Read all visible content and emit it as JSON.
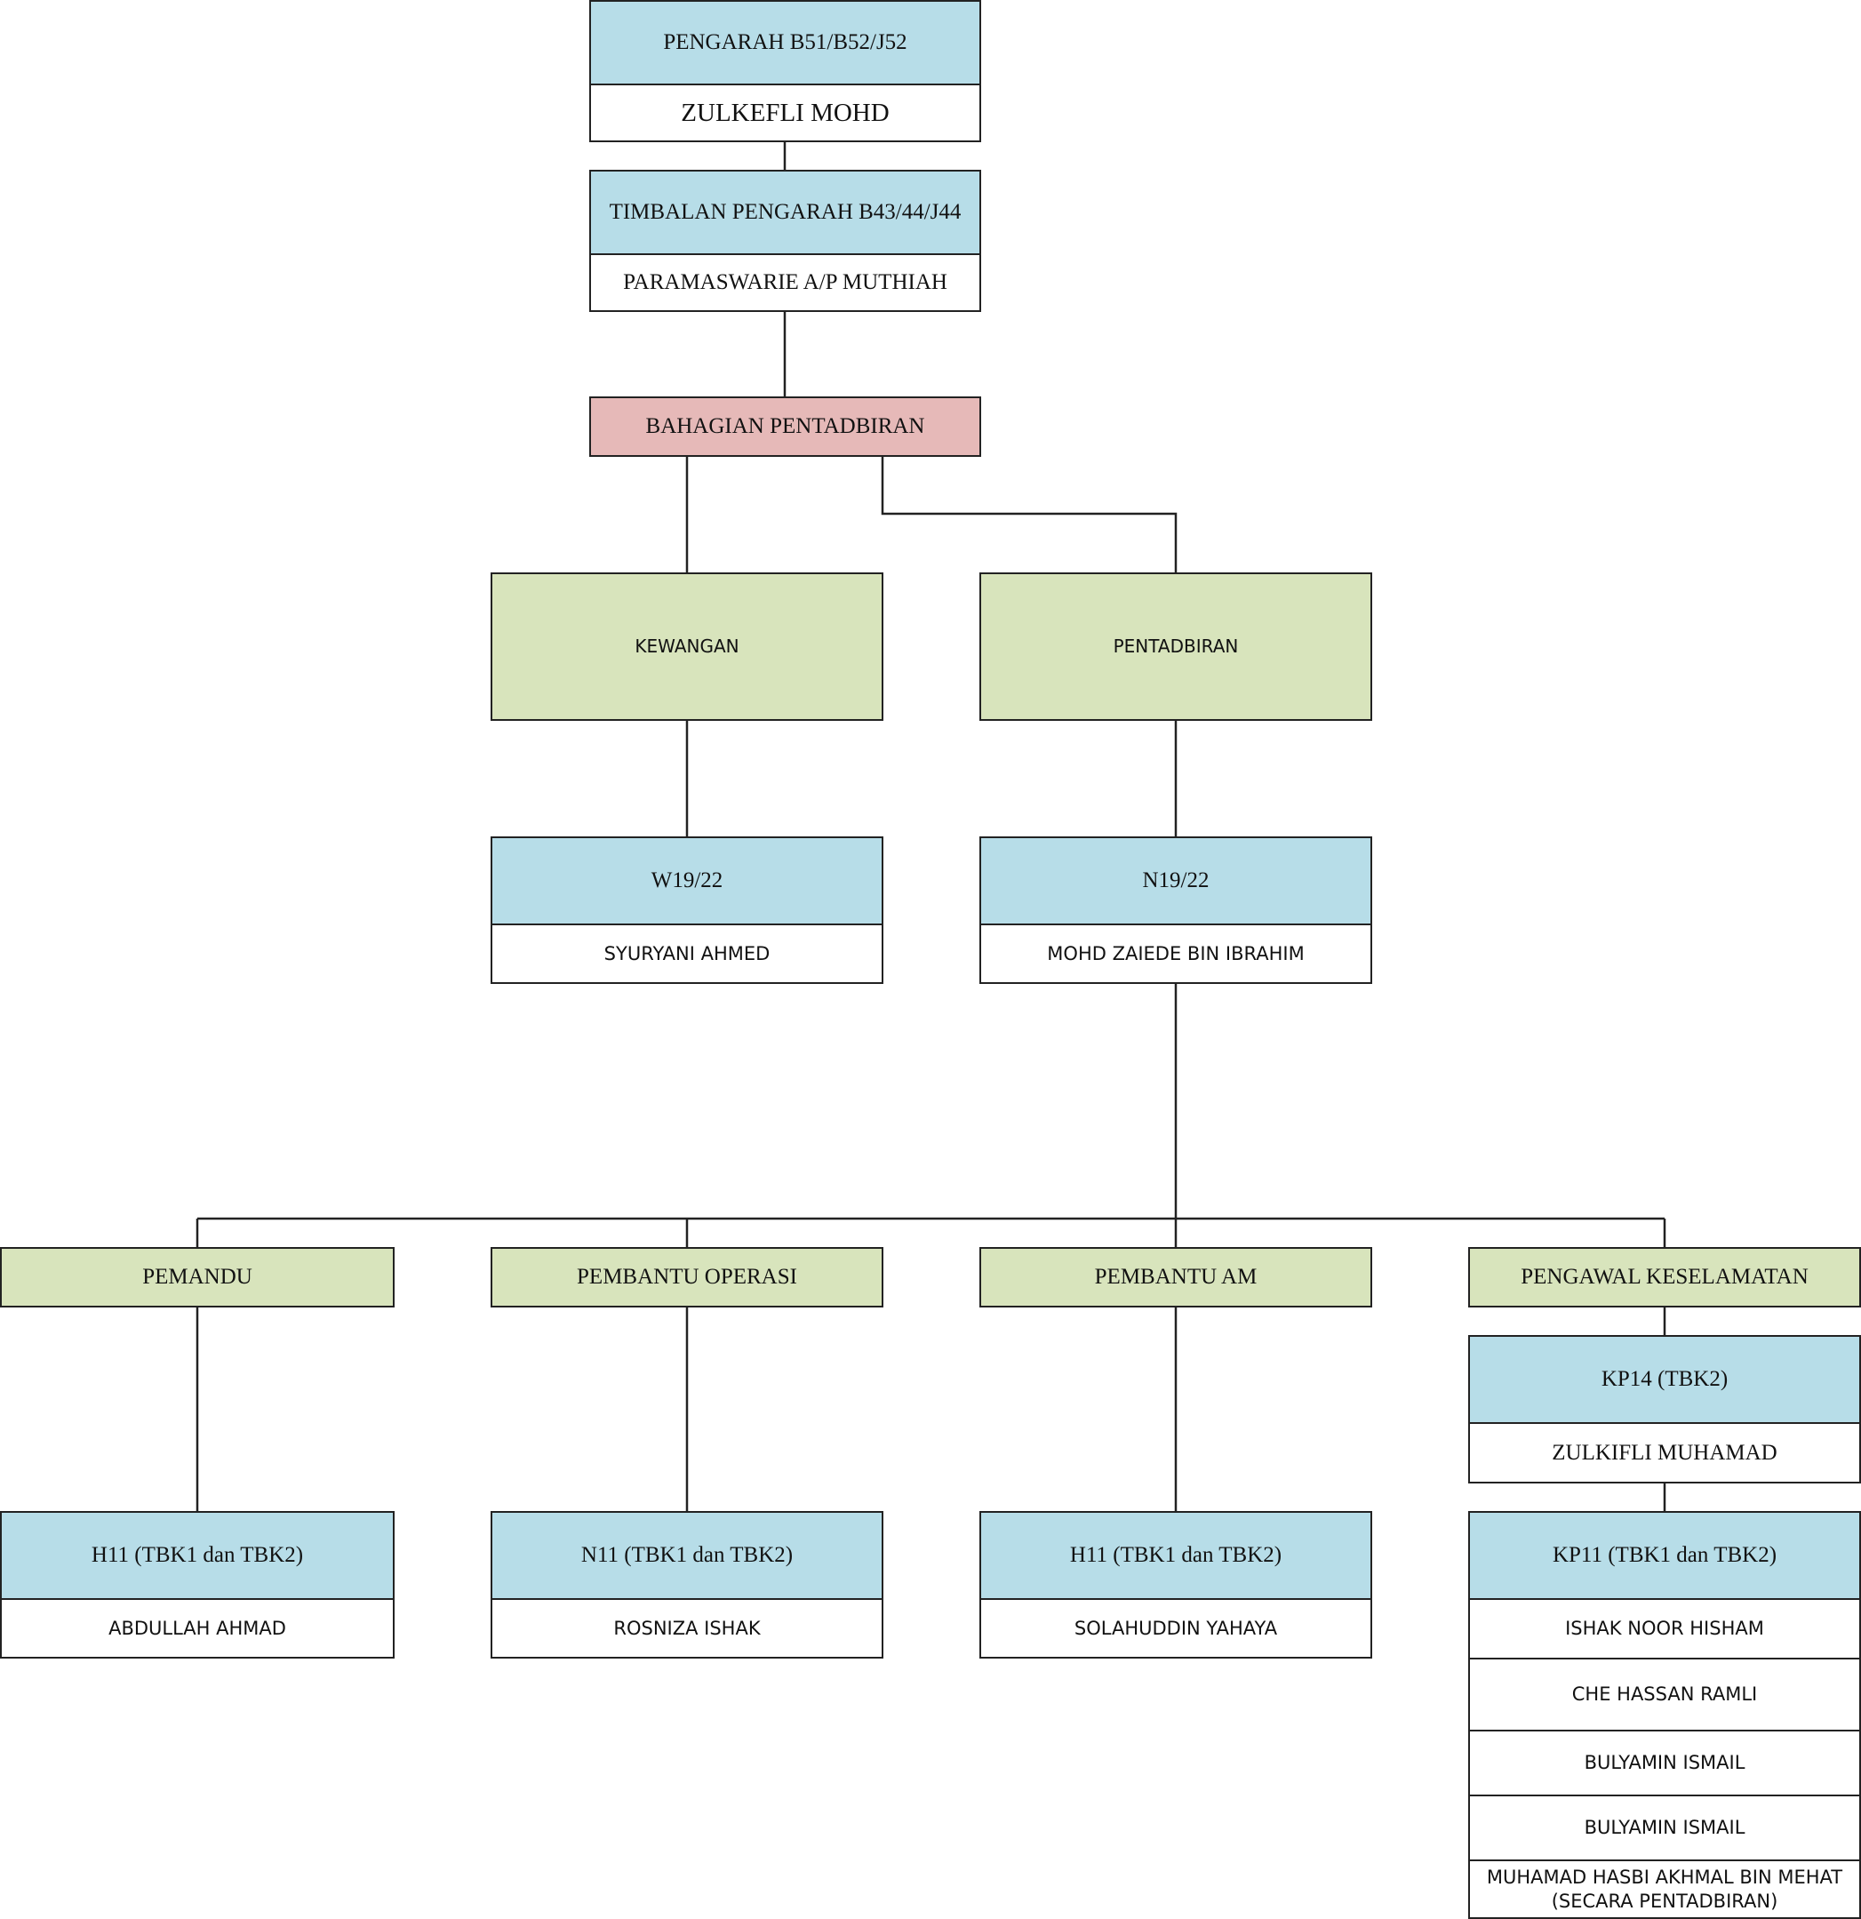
{
  "director": {
    "title": "PENGARAH B51/B52/J52",
    "name": "ZULKEFLI MOHD"
  },
  "deputy": {
    "title": "TIMBALAN PENGARAH B43/44/J44",
    "name": "PARAMASWARIE A/P MUTHIAH"
  },
  "division": {
    "title": "BAHAGIAN PENTADBIRAN"
  },
  "units": {
    "kewangan": {
      "title": "KEWANGAN",
      "grade": "W19/22",
      "name": "SYURYANI AHMED"
    },
    "pentadbiran": {
      "title": "PENTADBIRAN",
      "grade": "N19/22",
      "name": "MOHD ZAIEDE BIN IBRAHIM"
    }
  },
  "sections": {
    "pemandu": {
      "title": "PEMANDU",
      "grade": "H11 (TBK1 dan TBK2)",
      "name": "ABDULLAH AHMAD"
    },
    "pembantu_operasi": {
      "title": "PEMBANTU OPERASI",
      "grade": "N11 (TBK1 dan TBK2)",
      "name": "ROSNIZA ISHAK"
    },
    "pembantu_am": {
      "title": "PEMBANTU AM",
      "grade": "H11 (TBK1 dan TBK2)",
      "name": "SOLAHUDDIN YAHAYA"
    },
    "pengawal": {
      "title": "PENGAWAL KESELAMATAN",
      "supervisor_grade": "KP14 (TBK2)",
      "supervisor_name": "ZULKIFLI MUHAMAD",
      "guard_grade": "KP11 (TBK1 dan TBK2)",
      "guards": [
        "ISHAK NOOR HISHAM",
        "CHE HASSAN RAMLI",
        "BULYAMIN ISMAIL",
        "BULYAMIN ISMAIL"
      ],
      "guard_last_line1": "MUHAMAD HASBI AKHMAL BIN MEHAT",
      "guard_last_line2": "(SECARA PENTADBIRAN)"
    }
  },
  "colors": {
    "title_box": "#b7dde8",
    "division_box": "#e6b9b8",
    "unit_box": "#d8e4bc",
    "name_box": "#ffffff",
    "line": "#222222"
  }
}
